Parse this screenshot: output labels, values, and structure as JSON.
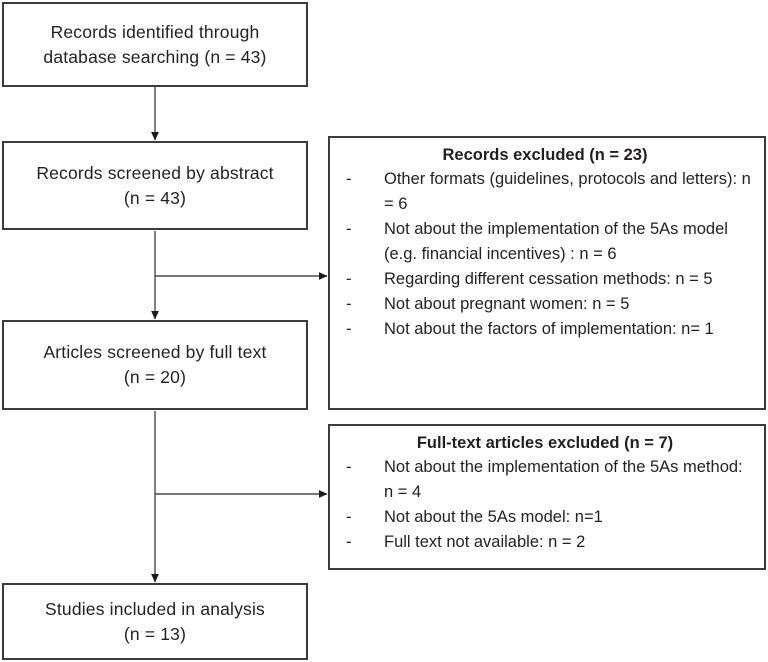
{
  "diagram": {
    "title": "PRISMA study selection flow diagram",
    "type": "flowchart",
    "stroke_color": "#3b3b3b",
    "text_color": "#231f20",
    "background": "#ffffff"
  },
  "flow_boxes": [
    {
      "id": "records-identified",
      "lines": [
        "Records identified through",
        "database searching (n = 43)"
      ],
      "count": 43
    },
    {
      "id": "records-screened-abstract",
      "lines": [
        "Records screened  by abstract",
        "(n = 43)"
      ],
      "count": 43
    },
    {
      "id": "articles-screened-fulltext",
      "lines": [
        "Articles screened  by full text",
        "(n = 20)"
      ],
      "count": 20
    },
    {
      "id": "studies-included",
      "lines": [
        "Studies included  in analysis",
        "(n = 13)"
      ],
      "count": 13
    }
  ],
  "exclusion_boxes": [
    {
      "id": "records-excluded",
      "title": "Records excluded (n = 23)",
      "count": 23,
      "items": [
        "Other formats (guidelines, protocols and letters): n = 6",
        "Not about the implementation of the 5As model (e.g. financial incentives) : n = 6",
        "Regarding different cessation methods: n = 5",
        "Not about pregnant women: n = 5",
        "Not about the factors of implementation: n= 1"
      ],
      "bullet": "-"
    },
    {
      "id": "fulltext-articles-excluded",
      "title": "Full-text articles excluded (n = 7)",
      "count": 7,
      "items": [
        "Not about the implementation of the 5As method: n = 4",
        "Not about the 5As model: n=1",
        "Full text not available: n = 2"
      ],
      "bullet": "-"
    }
  ]
}
